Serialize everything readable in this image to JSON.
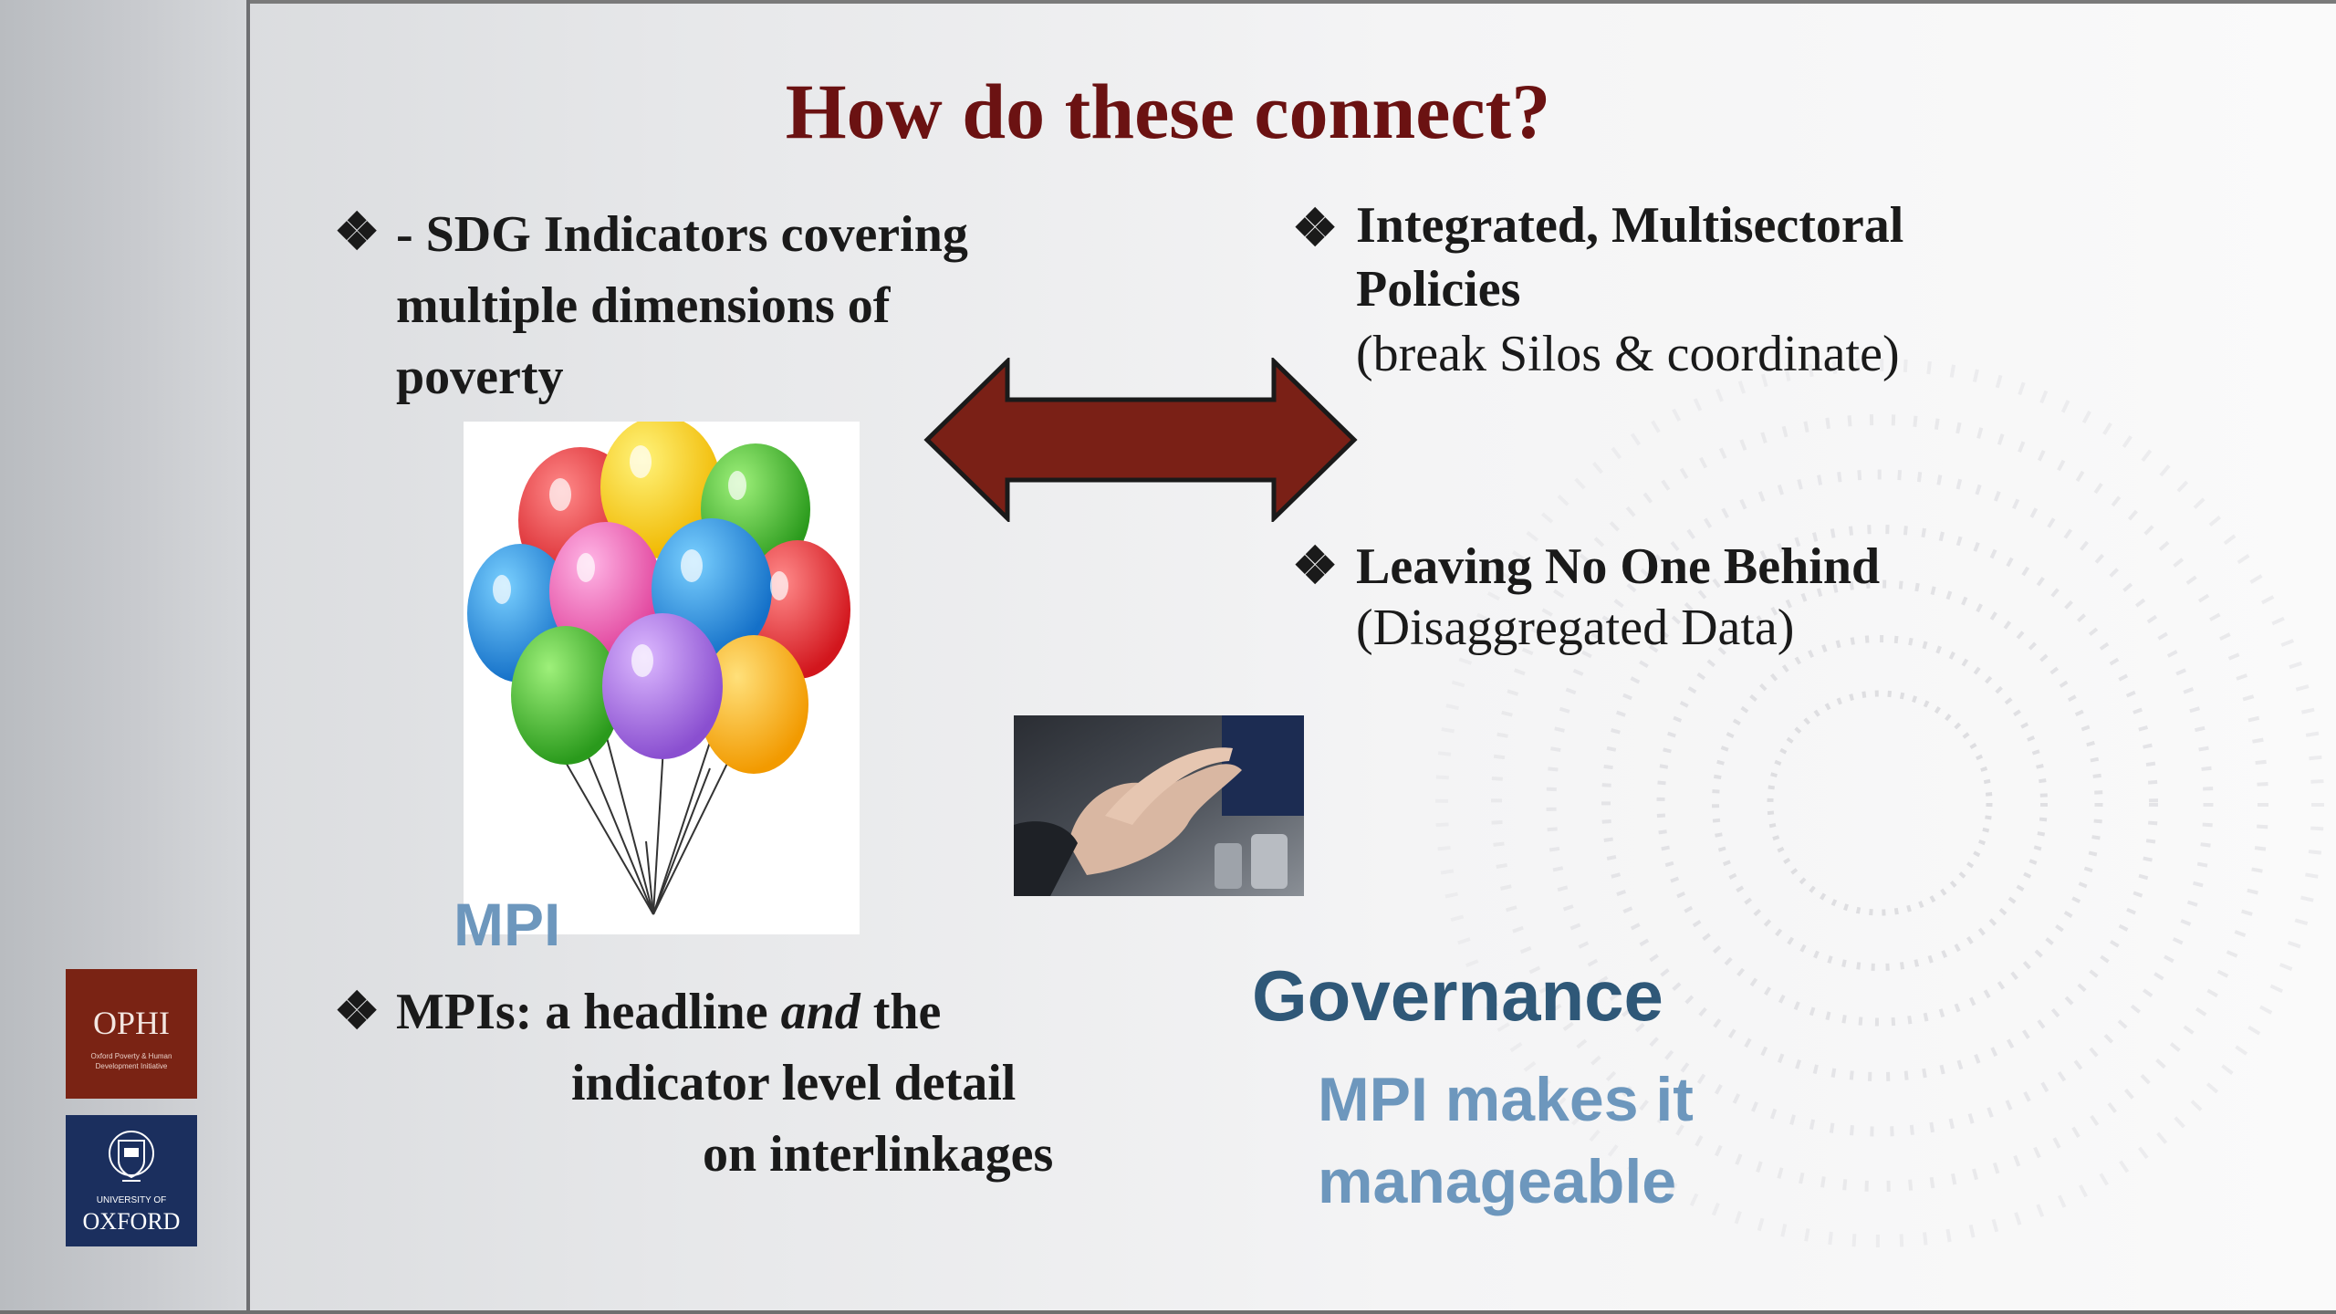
{
  "slide": {
    "title": "How do these connect?",
    "bullet_symbol": "❖",
    "left_top": {
      "lines": [
        "- SDG Indicators covering",
        "multiple dimensions of",
        "poverty"
      ]
    },
    "right_top": {
      "heading_lines": [
        "Integrated, Multisectoral",
        "Policies"
      ],
      "sub": "(break Silos & coordinate)"
    },
    "right_mid": {
      "heading": "Leaving No One Behind",
      "sub": "(Disaggregated Data)"
    },
    "balloon_label": "MPI",
    "left_bottom": {
      "line1_a": "MPIs: a headline ",
      "line1_em": "and",
      "line1_b": " the",
      "line2": "indicator level detail",
      "line3": "on interlinkages"
    },
    "governance": {
      "title": "Governance",
      "lines": [
        "MPI makes it",
        "manageable"
      ]
    },
    "logos": {
      "ophi_name": "OPHI",
      "ophi_tagline": "Oxford Poverty & Human Development Initiative",
      "oxford_small": "UNIVERSITY OF",
      "oxford_name": "OXFORD"
    }
  },
  "colors": {
    "title": "#6b1212",
    "arrow_fill": "#7a2016",
    "mpi_blue": "#6d97bd",
    "governance_blue": "#2f5878",
    "ophi_red": "#7a2314",
    "oxford_blue": "#1b2f5e"
  },
  "icons": [
    "double-arrow-icon",
    "balloons-image",
    "hands-photo",
    "oxford-crest-icon",
    "bullet-diamond-icon"
  ]
}
